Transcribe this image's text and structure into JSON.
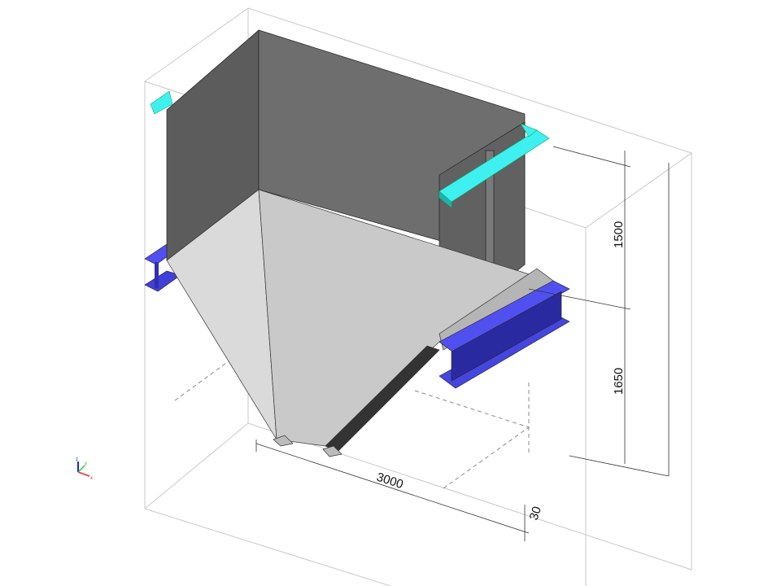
{
  "dimensions": {
    "height_upper": "1500",
    "height_lower": "1650",
    "width": "3000",
    "offset": "30"
  },
  "axis_labels": {
    "x": "x",
    "y": "y",
    "z": "z"
  },
  "colors": {
    "upper_box_front": "#6e6e6e",
    "upper_box_side": "#5c5c5c",
    "hopper_front": "#c9c9c9",
    "hopper_side": "#dadada",
    "cyan_beam": "#3ff0f0",
    "blue_beam": "#5050f0",
    "bbox": "#c8c8c8"
  }
}
